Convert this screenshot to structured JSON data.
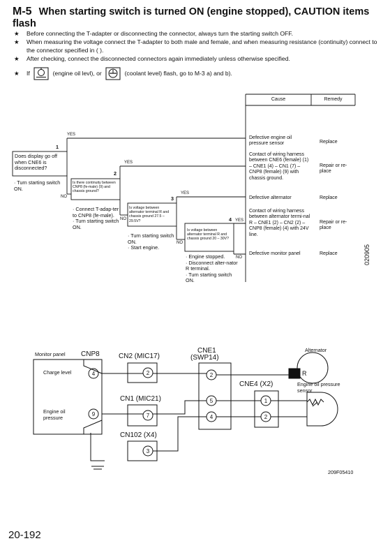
{
  "header": {
    "code": "M-5",
    "title": "When starting switch is turned ON (engine stopped), CAUTION items flash"
  },
  "notes": [
    {
      "bullet": "★",
      "text": "Before connecting the T-adapter or disconnecting the connector, always turn the starting switch OFF."
    },
    {
      "bullet": "★",
      "text": "When measuring the voltage connect the T-adapter to both male and female, and when measuring resistance (continuity) connect to the connector specified in (    )."
    },
    {
      "bullet": "★",
      "text": "After checking, connect the disconnected connectors again immediately unless otherwise specified."
    },
    {
      "bullet": "★",
      "prefix": "If",
      "mid": "(engine oil levl), or",
      "suffix": "(coolant level) flash, go to M-3 a) and b)."
    }
  ],
  "table": {
    "cause_header": "Cause",
    "remedy_header": "Remedy"
  },
  "flow": {
    "yes": "YES",
    "no": "NO",
    "q1": {
      "num": "1",
      "text": "Does display go off when CNE6 is disconnected?",
      "pre": "· Turn starting switch ON."
    },
    "q2": {
      "num": "2",
      "text": "Is there continuity between CNP8 (fe-male) (9) and chassis ground?",
      "pre": "· Connect T-adap-ter to CNP8 (fe-male).\n· Turn starting switch ON."
    },
    "q3": {
      "num": "3",
      "text": "Is voltage between alternator terminal R and chassis ground 27.5 – 29.5V?",
      "pre": "· Turn starting switch ON.\n· Start engine."
    },
    "q4": {
      "num": "4",
      "text": "Is voltage between alternator terminal R and chassis ground 20 – 30V?",
      "pre": "· Engine stopped.\n· Disconnect alter-nator R terminal.\n· Turn starting switch ON."
    }
  },
  "rows": [
    {
      "cause": "Defective engine oil pressure sensor",
      "remedy": "Replace"
    },
    {
      "cause": "Contact of wiring harness between CNE6 (female) (1) – CNE1 (4) – CN1 (7) – CNP8 (female) (9) with chassis ground.",
      "remedy": "Repair or re-place"
    },
    {
      "cause": "Defective alternator",
      "remedy": "Replace"
    },
    {
      "cause": "Contact of wiring harness between alternator termi-nal R – CNE1 (2) – CN2 (2) – CNP8 (female) (4) with 24V line.",
      "remedy": "Repair or re-place"
    },
    {
      "cause": "Defective monitor panel",
      "remedy": "Replace"
    }
  ],
  "side_code": "020905",
  "circuit": {
    "monitor_panel": "Monitor panel",
    "cnp8": "CNP8",
    "charge_level": "Charge level",
    "engine_oil_pressure": "Engine oil pressure",
    "cn2": "CN2 (MIC17)",
    "cn1": "CN1 (MIC21)",
    "cn102": "CN102 (X4)",
    "cne1": "CNE1",
    "cne1_sub": "(SWP14)",
    "cne4": "CNE4 (X2)",
    "alternator": "Alternator",
    "r_terminal": "R",
    "sensor": "Engine oil pressure sensor",
    "pins": {
      "p4": "4",
      "p9": "9",
      "p2": "2",
      "p7": "7",
      "p3": "3",
      "p5": "5",
      "p1": "1"
    },
    "fig_code": "209F05410"
  },
  "page_number": "20-192"
}
